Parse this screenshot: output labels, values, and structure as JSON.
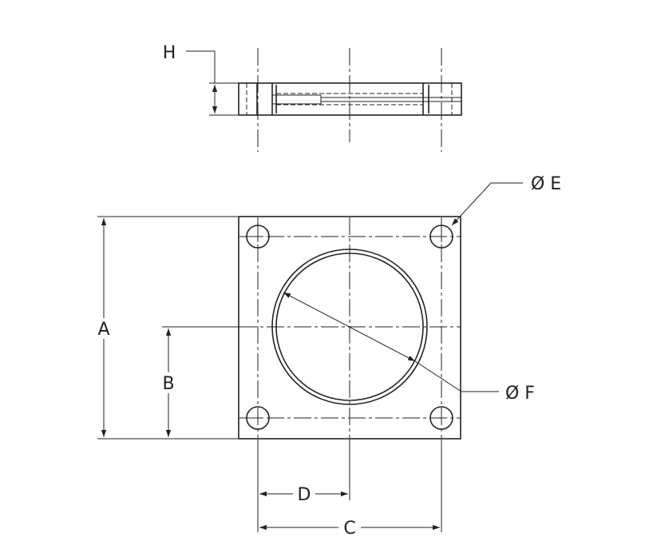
{
  "labels": {
    "A": "A",
    "B": "B",
    "C": "C",
    "D": "D",
    "E": "Ø E",
    "F": "Ø F",
    "H": "H"
  },
  "colors": {
    "line": "#222222",
    "background": "#ffffff"
  }
}
